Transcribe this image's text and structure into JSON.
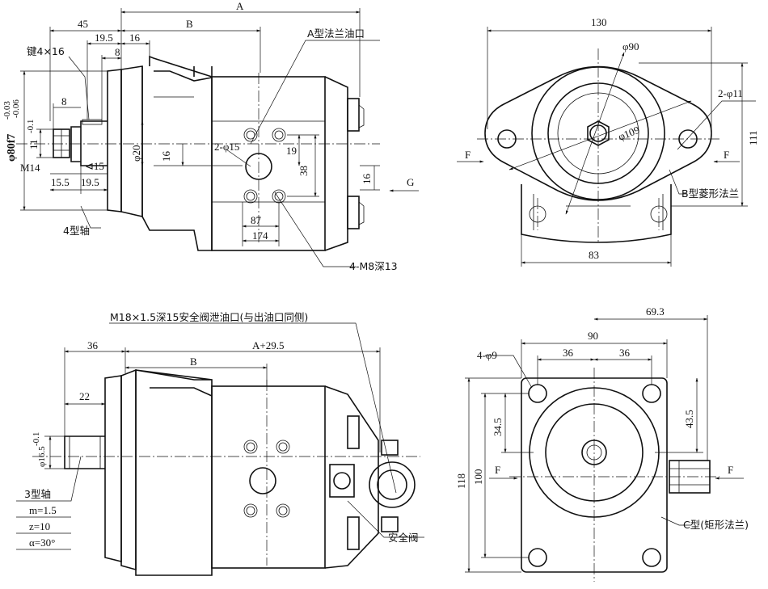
{
  "top_left": {
    "dim_A": "A",
    "dim_45": "45",
    "dim_B": "B",
    "dim_19_5_top": "19.5",
    "dim_16_top": "16",
    "dim_8_top": "8",
    "key": "键4×16",
    "phi80": "φ80f7",
    "phi80_tol_upper": "-0.03",
    "phi80_tol_lower": "-0.06",
    "dim_8_left": "8",
    "dim_11": "11",
    "dim_11_tol": "-0.1",
    "dim_M14": "M14",
    "dim_taper": "⊲15",
    "dim_15_5": "15.5",
    "dim_19_5_bot": "19.5",
    "shaft_label": "4型轴",
    "phi20": "φ20",
    "dim_16_mid": "16",
    "phi15": "2-φ15",
    "dim_19": "19",
    "dim_38": "38",
    "dim_16_right": "16",
    "G": "G",
    "dim_87": "87",
    "dim_174": "174",
    "port_label": "A型法兰油口",
    "tap_label": "4-M8深13"
  },
  "top_right": {
    "dim_130": "130",
    "phi90": "φ90",
    "phi109": "φ109",
    "phi11": "2-φ11",
    "dim_111": "111",
    "F_left": "F",
    "F_right": "F",
    "flange_label": "B型菱形法兰",
    "dim_83": "83"
  },
  "bottom_left": {
    "relief_label": "M18×1.5深15安全阀泄油口(与出油口同侧)",
    "dim_36": "36",
    "dim_A29": "A+29.5",
    "dim_B": "B",
    "dim_22": "22",
    "phi16_5": "φ16.5",
    "phi16_5_tol": "-0.1",
    "shaft_label": "3型轴",
    "m": "m=1.5",
    "z": "z=10",
    "alpha": "α=30°",
    "valve_label": "安全阀"
  },
  "bottom_right": {
    "dim_69_3": "69.3",
    "dim_90": "90",
    "phi9": "4-φ9",
    "dim_36a": "36",
    "dim_36b": "36",
    "dim_34_5": "34.5",
    "dim_43_5": "43.5",
    "dim_118": "118",
    "dim_100": "100",
    "F_left": "F",
    "F_right": "F",
    "flange_label": "C型(矩形法兰)"
  }
}
